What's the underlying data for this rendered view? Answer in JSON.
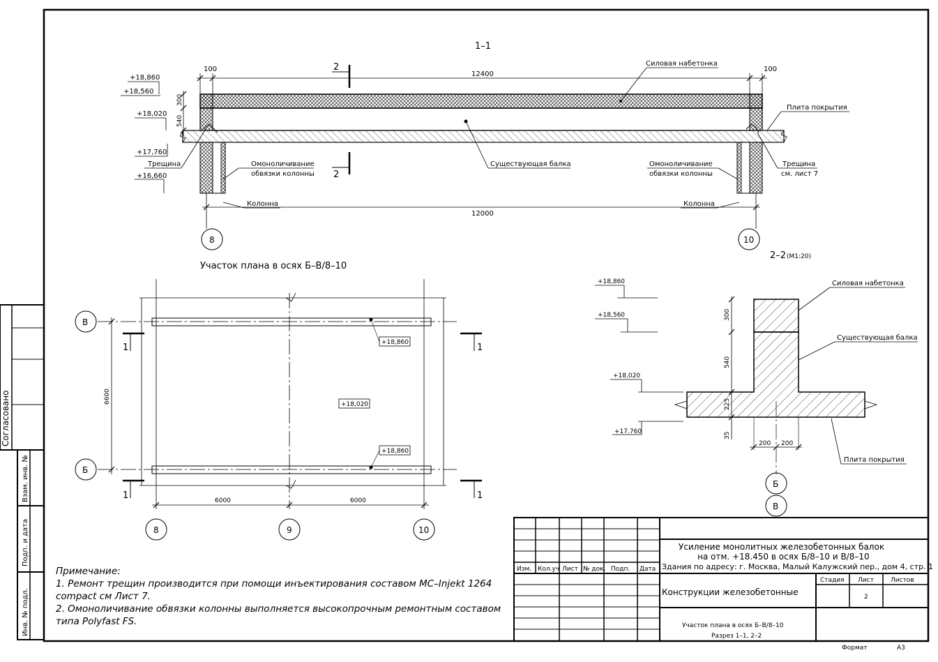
{
  "section_1_1": {
    "title": "1–1",
    "elevations": [
      "+18,860",
      "+18,560",
      "+18,020",
      "+17,760",
      "+16,660"
    ],
    "dims": {
      "left_top": "100",
      "right_top": "100",
      "span_top": "12400",
      "h300": "300",
      "h540": "540",
      "span_bottom": "12000"
    },
    "cut_mark": "2",
    "labels": {
      "overlay": "Силовая набетонка",
      "slab": "Плита покрытия",
      "beam": "Существующая балка",
      "crack_left": "Трещина",
      "crack_right_1": "Трещина",
      "crack_right_2": "см. лист 7",
      "strap_left_1": "Омоноличивание",
      "strap_left_2": "обвязки колонны",
      "strap_right_1": "Омоноличивание",
      "strap_right_2": "обвязки колонны",
      "column_left": "Колонна",
      "column_right": "Колонна"
    },
    "axes": [
      "8",
      "10"
    ]
  },
  "plan": {
    "title": "Участок плана в осях Б–В/8–10",
    "axes_h": [
      "В",
      "Б"
    ],
    "axes_v": [
      "8",
      "9",
      "10"
    ],
    "cut_mark": "1",
    "elev_top": "+18,860",
    "elev_mid": "+18,020",
    "elev_bottom": "+18,860",
    "dim_v": "6600",
    "dim_h1": "6000",
    "dim_h2": "6000"
  },
  "section_2_2": {
    "title": "2–2",
    "scale": "(М1:20)",
    "elevations": [
      "+18,860",
      "+18,560",
      "+18,020",
      "+17.760"
    ],
    "dims": {
      "h300": "300",
      "h540": "540",
      "h225": "225",
      "h35": "35",
      "w1": "200",
      "w2": "200"
    },
    "labels": {
      "overlay": "Силовая набетонка",
      "beam": "Существующая балка",
      "slab": "Плита покрытия"
    },
    "axes": [
      "Б",
      "В"
    ]
  },
  "notes": {
    "heading": "Примечание:",
    "line1": "1. Ремонт трещин производится при помощи инъектирования составом MC–Injekt 1264",
    "line2": "compact см Лист 7.",
    "line3": "2. Омоноличивание обвязки колонны выполняется высокопрочным ремонтным составом",
    "line4": "типа Polyfast FS."
  },
  "side_stamp": {
    "agreed": "Согласовано",
    "inv_vzam": "Взам. инв. №",
    "sign_date": "Подп. и дата",
    "inv_podl": "Инв. № подл."
  },
  "title_block": {
    "headers": [
      "Изм.",
      "Кол.уч",
      "Лист",
      "№ док.",
      "Подп.",
      "Дата"
    ],
    "project_line1": "Усиление монолитных железобетонных балок",
    "project_line2": "на отм. +18.450 в осях Б/8–10 и В/8–10",
    "project_line3": "Здания по адресу: г. Москва, Малый Калужский пер., дом 4, стр. 1",
    "section": "Конструкции железобетонные",
    "stage_header": "Стадия",
    "sheet_header": "Лист",
    "sheets_header": "Листов",
    "sheet_value": "2",
    "drawing_line1": "Участок плана в осях Б–В/8–10",
    "drawing_line2": "Разрез 1–1, 2–2",
    "format_label": "Формат",
    "format_value": "А3"
  }
}
